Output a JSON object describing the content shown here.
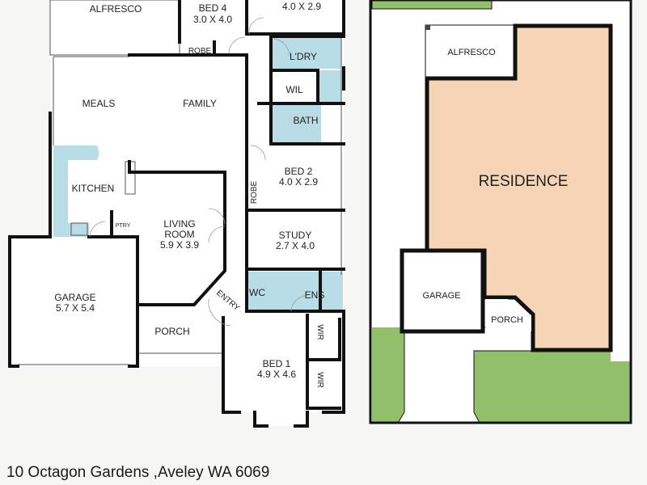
{
  "floor_plan": {
    "rooms": {
      "alfresco": {
        "name": "ALFRESCO"
      },
      "bed4": {
        "name": "BED 4",
        "size": "3.0 X 4.0"
      },
      "bed3": {
        "size": "4.0 X 2.9"
      },
      "robe_bed4": {
        "name": "ROBE"
      },
      "laundry": {
        "name": "L'DRY"
      },
      "wil": {
        "name": "WIL"
      },
      "bath": {
        "name": "BATH"
      },
      "meals": {
        "name": "MEALS"
      },
      "family": {
        "name": "FAMILY"
      },
      "kitchen": {
        "name": "KITCHEN"
      },
      "pantry": {
        "name": "PTRY"
      },
      "living": {
        "name1": "LIVING",
        "name2": "ROOM",
        "size": "5.9 X 3.9"
      },
      "bed2": {
        "name": "BED 2",
        "size": "4.0 X 2.9"
      },
      "robe_bed2": {
        "name": "ROBE"
      },
      "study": {
        "name": "STUDY",
        "size": "2.7 X 4.0"
      },
      "wc": {
        "name": "WC"
      },
      "ens": {
        "name": "ENS"
      },
      "garage": {
        "name": "GARAGE",
        "size": "5.7 X 5.4"
      },
      "porch": {
        "name": "PORCH"
      },
      "entry": {
        "name": "ENTRY"
      },
      "bed1": {
        "name": "BED 1",
        "size": "4.9 X 4.6"
      },
      "wir1": {
        "name": "WIR"
      },
      "wir2": {
        "name": "WIR"
      }
    }
  },
  "site_plan": {
    "alfresco": "ALFRESCO",
    "residence": "RESIDENCE",
    "garage": "GARAGE",
    "porch": "PORCH"
  },
  "address": "10 Octagon Gardens ,Aveley WA 6069",
  "colors": {
    "wet_area": "#b9dde6",
    "residence": "#f5d5b5",
    "lawn": "#92c06a",
    "wall": "#111111"
  }
}
